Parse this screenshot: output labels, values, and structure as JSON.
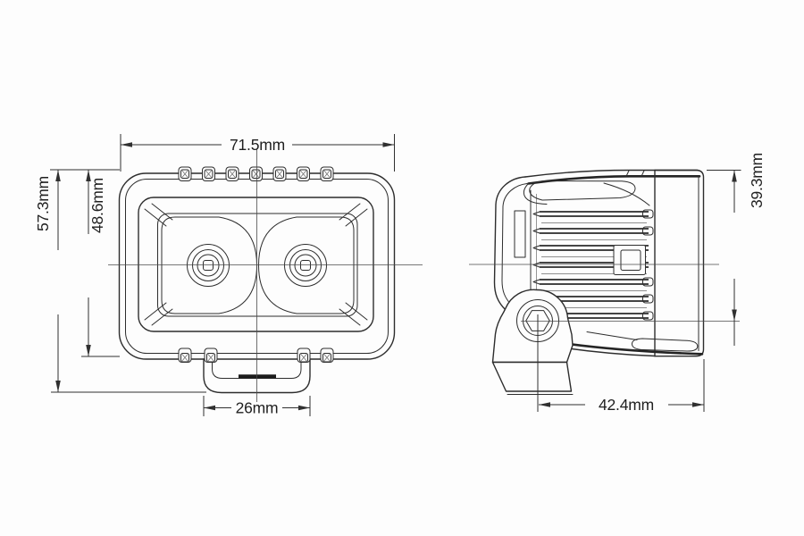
{
  "drawing": {
    "background_color": "#fdfdfd",
    "line_color": "#2d2d2d",
    "dimension_text_color": "#1f1f1f",
    "dimensions": {
      "front_width": "71.5mm",
      "front_total_height": "57.3mm",
      "front_body_height": "48.6mm",
      "bracket_width": "26mm",
      "side_height_to_axis": "39.3mm",
      "side_depth": "42.4mm"
    }
  }
}
